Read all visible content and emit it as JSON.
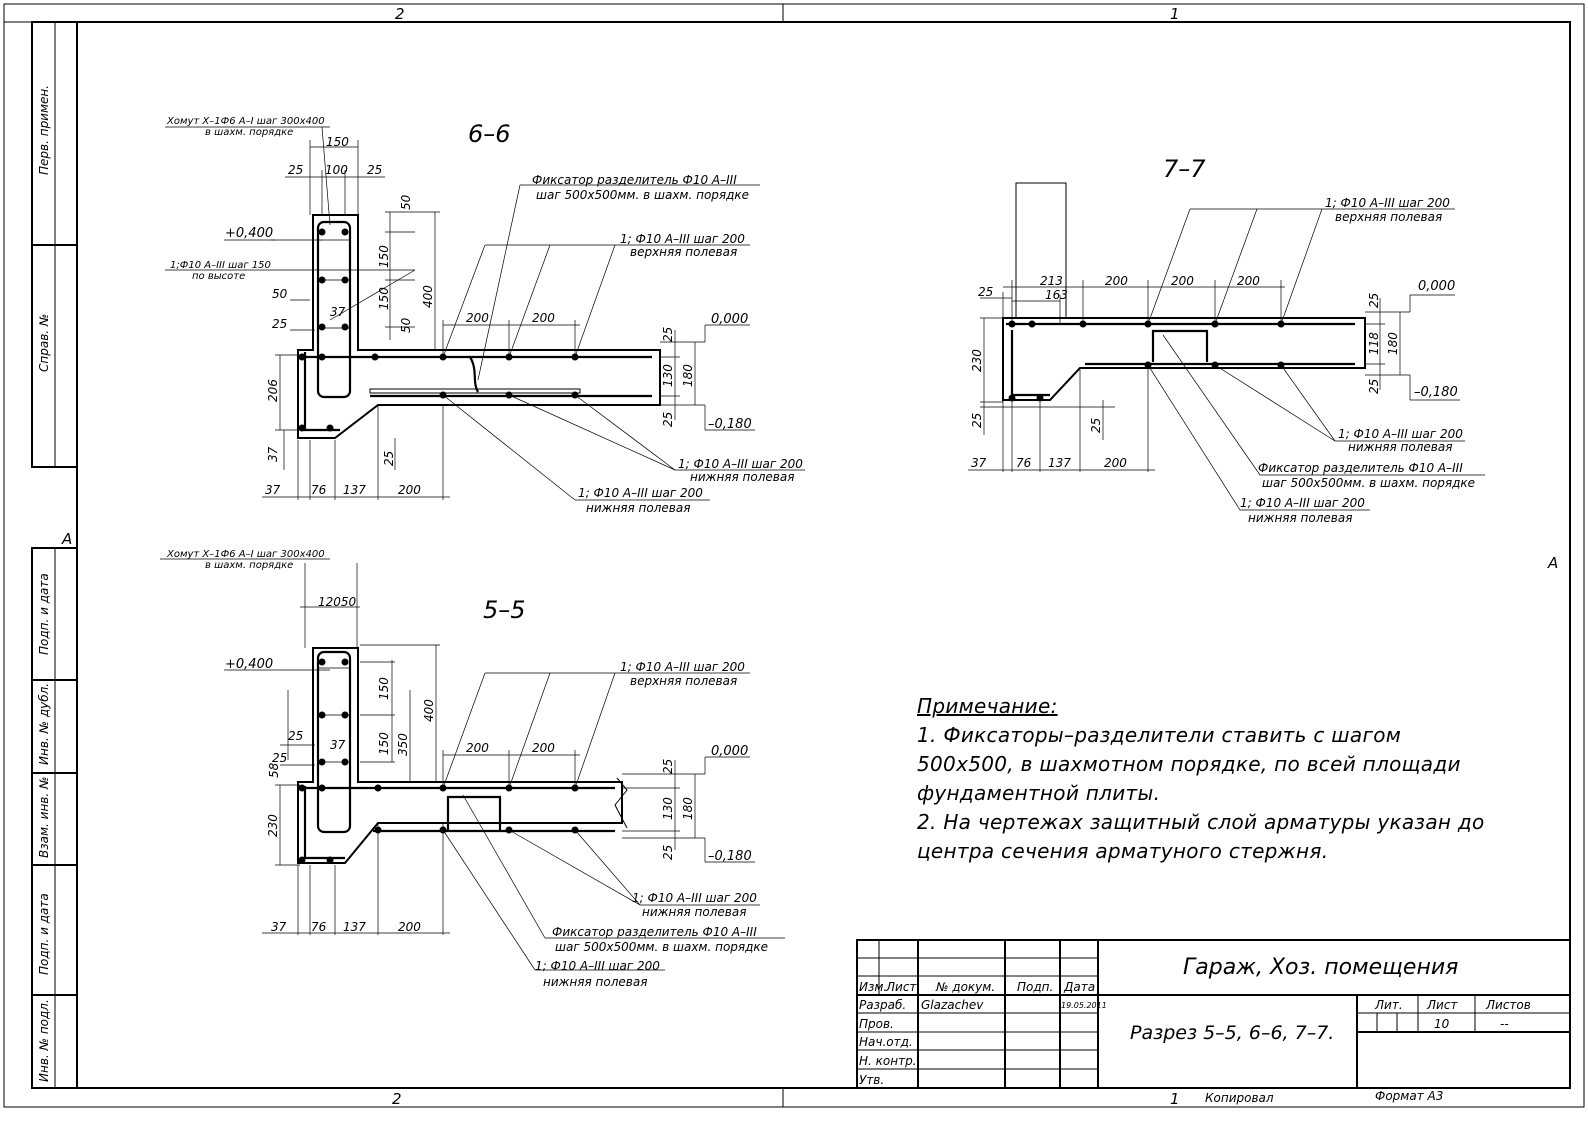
{
  "frame": {
    "zone_top_left": "2",
    "zone_top_right": "1",
    "zone_bottom_left": "2",
    "zone_bottom_right": "1",
    "zone_left": "А",
    "zone_right": "А"
  },
  "side_stamp": {
    "perv_primen": "Перв. примен.",
    "sprav_no": "Справ. №",
    "podp_data_1": "Подп. и дата",
    "inv_dubl": "Инв. № дубл.",
    "vzam_inv": "Взам. инв. №",
    "podp_data_2": "Подп. и дата",
    "inv_podl": "Инв. № подл."
  },
  "section_66": {
    "title": "6–6",
    "stirrup": "Хомут Х–1Ф6 А–I шаг 300х400",
    "stirrup_sub": "в шахм. порядке",
    "vert": "1;Ф10 А–III шаг 150",
    "vert_sub": "по высоте",
    "fixator": "Фиксатор разделитель  Ф10 А–III",
    "fixator_sub": "шаг 500х500мм. в шахм. порядке",
    "top": "1; Ф10 А–III шаг 200",
    "top_sub": "верхняя полевая",
    "bot1": "1; Ф10 А–III шаг 200",
    "bot1_sub": "нижняя полевая",
    "bot2": "1; Ф10 А–III шаг 200",
    "bot2_sub": "нижняя полевая",
    "lvl_plus": "+0,400",
    "lvl_zero": "0,000",
    "lvl_minus": "–0,180",
    "d150": "150",
    "d100": "100",
    "d25a": "25",
    "d25b": "25",
    "d50a": "50",
    "d150v1": "150",
    "d150v2": "150",
    "d50b": "50",
    "d400": "400",
    "d50c": "50",
    "d25c": "25",
    "d37": "37",
    "d200a": "200",
    "d200b": "200",
    "d25r1": "25",
    "d130": "130",
    "d180": "180",
    "d25r2": "25",
    "d206": "206",
    "d37v": "37",
    "d25v": "25",
    "b37": "37",
    "b76": "76",
    "b137": "137",
    "b200": "200"
  },
  "section_55": {
    "title": "5–5",
    "stirrup": "Хомут Х–1Ф6 А–I шаг 300х400",
    "stirrup_sub": "в шахм. порядке",
    "top": "1; Ф10 А–III шаг 200",
    "top_sub": "верхняя полевая",
    "bot1": "1; Ф10 А–III шаг 200",
    "bot1_sub": "нижняя полевая",
    "fixator": "Фиксатор разделитель  Ф10 А–III",
    "fixator_sub": "шаг 500х500мм. в шахм. порядке",
    "bot2": "1; Ф10 А–III шаг 200",
    "bot2_sub": "нижняя полевая",
    "lvl_plus": "+0,400",
    "lvl_zero": "0,000",
    "lvl_minus": "–0,180",
    "dtop": "12050",
    "d150": "150",
    "d400": "400",
    "d25a": "25",
    "d37": "37",
    "d150b": "150",
    "d350": "350",
    "d25b": "25",
    "d58": "58",
    "d200a": "200",
    "d200b": "200",
    "d25r1": "25",
    "d130": "130",
    "d180": "180",
    "d25r2": "25",
    "d230": "230",
    "b37": "37",
    "b76": "76",
    "b137": "137",
    "b200": "200"
  },
  "section_77": {
    "title": "7–7",
    "top": "1; Ф10 А–III шаг 200",
    "top_sub": "верхняя полевая",
    "bot1": "1; Ф10 А–III шаг 200",
    "bot1_sub": "нижняя полевая",
    "fixator": "Фиксатор разделитель  Ф10 А–III",
    "fixator_sub": "шаг 500х500мм. в шахм. порядке",
    "bot2": "1; Ф10 А–III шаг 200",
    "bot2_sub": "нижняя полевая",
    "lvl_zero": "0,000",
    "lvl_minus": "–0,180",
    "d25": "25",
    "d213": "213",
    "d163": "163",
    "d200a": "200",
    "d200b": "200",
    "d200c": "200",
    "d25r1": "25",
    "d118": "118",
    "d180": "180",
    "d25r2": "25",
    "d230": "230",
    "d25v": "25",
    "d25v2": "25",
    "b37": "37",
    "b76": "76",
    "b137": "137",
    "b200": "200"
  },
  "note": {
    "heading": "Примечание:",
    "line1": "1. Фиксаторы–разделители ставить с шагом",
    "line2": "500х500, в шахмотном порядке, по всей площади",
    "line3": "фундаментной плиты.",
    "line4": "2. На чертежах защитный слой арматуры указан до",
    "line5": "центра сечения арматуного стержня."
  },
  "title_block": {
    "project": "Гараж, Хоз. помещения",
    "sheet_title": "Разрез 5–5, 6–6, 7–7.",
    "h_izm": "Изм.",
    "h_list": "Лист",
    "h_doc": "№ докум.",
    "h_podp": "Подп.",
    "h_data": "Дата",
    "r_razrab": "Разраб.",
    "r_prov": "Пров.",
    "r_nach": "Нач.отд.",
    "r_nkontr": "Н. контр.",
    "r_utv": "Утв.",
    "razrab_name": "Glazachev",
    "razrab_date": "19.05.2011",
    "h_lit": "Лит.",
    "h_list2": "Лист",
    "h_listov": "Листов",
    "list_value": "10",
    "listov_value": "--",
    "kopiroval": "Копировал",
    "format": "Формат А3"
  }
}
